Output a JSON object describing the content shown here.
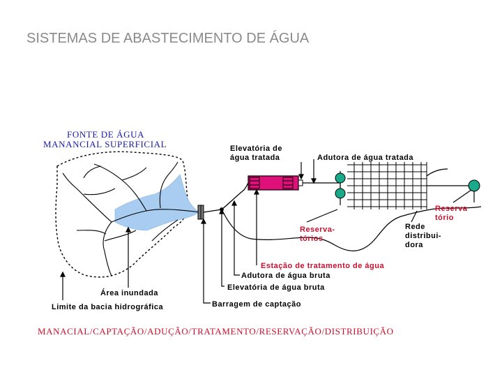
{
  "title": "SISTEMAS DE ABASTECIMENTO DE ÁGUA",
  "source_title_line1": "FONTE DE ÁGUA",
  "source_title_line2": "MANANCIAL SUPERFICIAL",
  "labels": {
    "elevatoria_tratada_1": "Elevatória de",
    "elevatoria_tratada_2": "água tratada",
    "adutora_tratada": "Adutora de água tratada",
    "reservatorio_end_1": "Reserva",
    "reservatorio_end_2": "tório",
    "reservatorios_1": "Reserva-",
    "reservatorios_2": "tórios",
    "rede_1": "Rede",
    "rede_2": "distribui-",
    "rede_3": "dora",
    "estacao": "Estação de tratamento de água",
    "adutora_bruta": "Adutora de água bruta",
    "elevatoria_bruta": "Elevatória de água bruta",
    "area_inundada": "Área inundada",
    "barragem": "Barragem de captação",
    "limite_bacia": "Limite da bacia hidrográfica"
  },
  "footer": "MANACIAL/CAPTAÇÃO/ADUÇÃO/TRATAMENTO/RESERVAÇÃO/DISTRIBUIÇÃO",
  "colors": {
    "title": "#8a8a8a",
    "source_title": "#1a1aa6",
    "red": "#c8102e",
    "water": "#a8cdf0",
    "treatment_station": "#e0107a",
    "reservoir": "#1aa98a"
  }
}
